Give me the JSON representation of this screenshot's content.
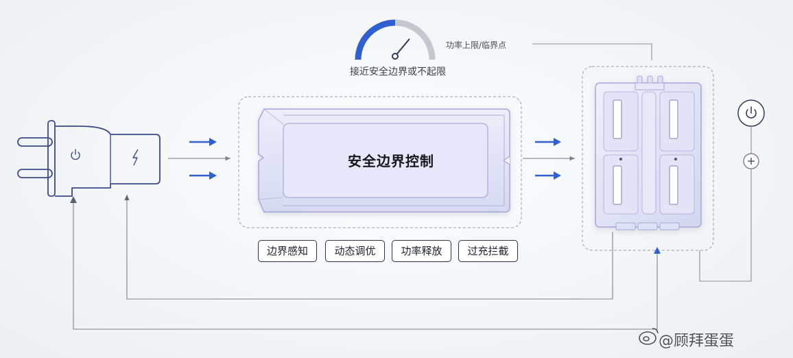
{
  "gauge": {
    "label": "接近安全边界或不起限",
    "level": 0.72
  },
  "limit_label": "功率上限/临界点",
  "controller": {
    "title": "安全边界控制"
  },
  "tags": [
    "边界感知",
    "动态调优",
    "功率释放",
    "过充拦截"
  ],
  "watermark": "@顾拜蛋蛋",
  "colors": {
    "accent": "#2f5fd0",
    "line": "#8a9099",
    "module_fill": "#e3e4f7",
    "module_stroke": "#a9abdb",
    "dark": "#2f3a5a"
  },
  "icons": [
    "plug-icon",
    "power-icon",
    "lightning-icon",
    "gauge-icon",
    "battery-pack-icon",
    "plus-icon",
    "weibo-icon"
  ]
}
